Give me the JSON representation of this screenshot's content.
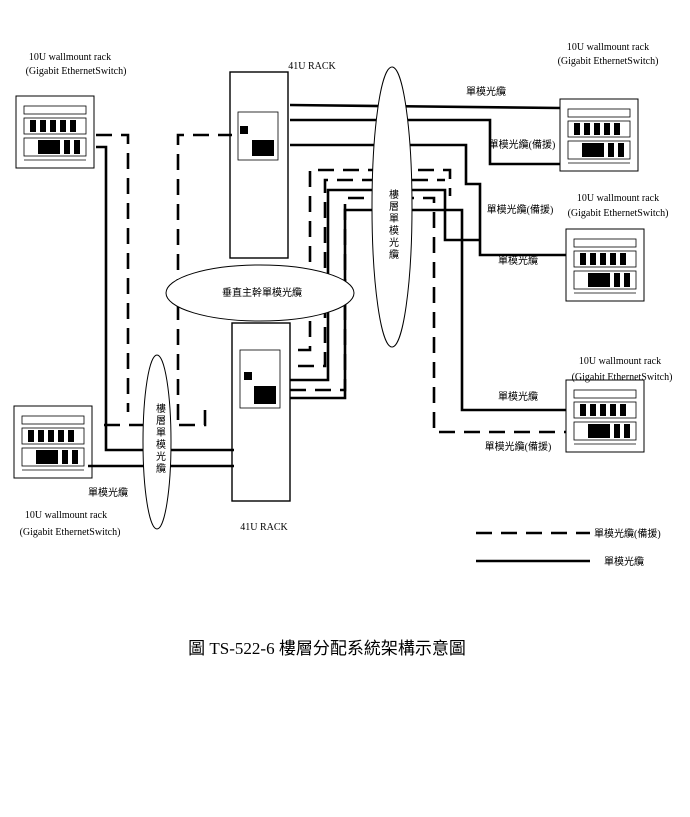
{
  "diagram": {
    "racks": {
      "top_left": {
        "line1": "10U wallmount rack",
        "line2": "(Gigabit EthernetSwitch)"
      },
      "bottom_left": {
        "line1": "10U wallmount rack",
        "line2": "(Gigabit EthernetSwitch)"
      },
      "right_1": {
        "line1": "10U wallmount rack",
        "line2": "(Gigabit EthernetSwitch)"
      },
      "right_2": {
        "line1": "10U wallmount rack",
        "line2": "(Gigabit EthernetSwitch)"
      },
      "right_3": {
        "line1": "10U wallmount rack",
        "line2": "(Gigabit EthernetSwitch)"
      },
      "center_top": {
        "label": "41U RACK"
      },
      "center_bottom": {
        "label": "41U RACK"
      }
    },
    "cable_labels": {
      "r1_single": "單模光纜",
      "r1_backup": "單模光纜(備援)",
      "r2_backup": "單模光纜(備援)",
      "r2_single": "單模光纜",
      "r3_single": "單模光纜",
      "r3_backup": "單模光纜(備援)",
      "bl_single": "單模光纜"
    },
    "ellipse_labels": {
      "vertical_backbone": "垂直主幹單模光纜",
      "floor_right": "樓層單模光纜",
      "floor_left": "樓層單模光纜"
    },
    "legend": {
      "dashed": "單模光纜(備援)",
      "solid": "單模光纜"
    },
    "caption": "圖 TS-522-6  樓層分配系統架構示意圖"
  }
}
